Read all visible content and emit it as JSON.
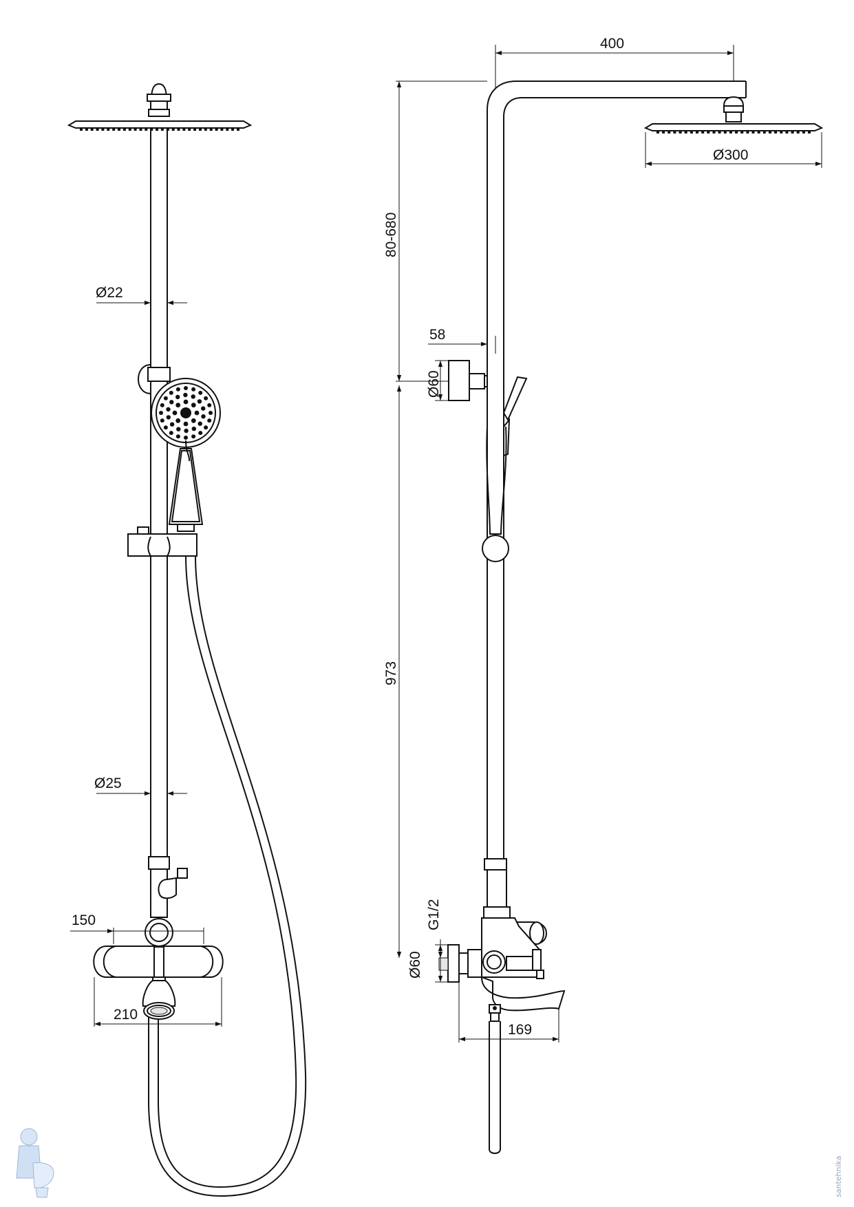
{
  "dimensions": {
    "arm_length": "400",
    "head_diameter": "Ø300",
    "upper_pipe_diameter": "Ø22",
    "lower_pipe_diameter": "Ø25",
    "upper_height": "80-680",
    "lower_height": "973",
    "holder_offset": "58",
    "holder_diameter": "Ø60",
    "mixer_center_spacing": "150",
    "mixer_width": "210",
    "connection_thread": "G1/2",
    "flange_diameter": "Ø60",
    "spout_projection": "169"
  },
  "watermark": {
    "text": "santehnika",
    "color": "#9aa7bd"
  }
}
